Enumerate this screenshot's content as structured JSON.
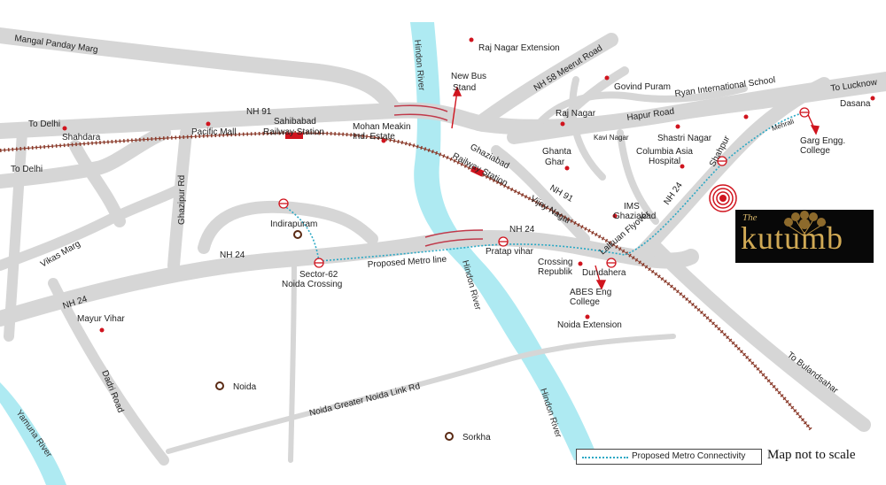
{
  "roads": {
    "mangal_panday": "Mangal Panday Marg",
    "nh91": "NH 91",
    "nh91_b": "NH 91",
    "to_delhi_1": "To Delhi",
    "to_delhi_2": "To Delhi",
    "ghazipur": "Ghazipur Rd",
    "vikas": "Vikas Marg",
    "nh24_left": "NH 24",
    "nh24_mid": "NH 24",
    "nh24_low": "NH 24",
    "nh24_right": "NH 24",
    "dadri": "Dadri Road",
    "nh58": "NH 58  Meerut Road",
    "hapur": "Hapur Road",
    "to_lucknow": "To Lucknow",
    "to_bulandshahr": "To Bulandsahar",
    "greater_noida": "Noida Greater Noida Link Rd",
    "metro_line": "Proposed Metro line",
    "lalkuan": "Lalkuan Flyover"
  },
  "rivers": {
    "hindon_top": "Hindon River",
    "hindon_mid": "Hindon River",
    "hindon_low": "Hindon River",
    "yamuna": "Yamuna River"
  },
  "places": {
    "raj_nagar_ext": "Raj Nagar Extension",
    "new_bus_stand_1": "New Bus",
    "new_bus_stand_2": "Stand",
    "govind_puram": "Govind Puram",
    "ryan": "Ryan International School",
    "raj_nagar": "Raj Nagar",
    "shastri_nagar": "Shastri Nagar",
    "dasana": "Dasana",
    "shahdara": "Shahdara",
    "pacific_mall": "Pacific Mall",
    "sahibabad_1": "Sahibabad",
    "sahibabad_2": "Railway Station",
    "mohan_meakin_1": "Mohan Meakin",
    "mohan_meakin_2": "Ind. Estate",
    "ghaziabad_rs_1": "Ghaziabad",
    "ghaziabad_rs_2": "Railway Station",
    "kavi_nagar": "Kavi Nagar",
    "ghanta_ghar_1": "Ghanta",
    "ghanta_ghar_2": "Ghar",
    "columbia_1": "Columbia Asia",
    "columbia_2": "Hospital",
    "mehrali": "Mehrali",
    "garg_1": "Garg Engg.",
    "garg_2": "College",
    "shahpur": "Shahpur",
    "vijay_nagar": "Vijay Nagar",
    "ims_1": "IMS",
    "ims_2": "Ghaziabad",
    "indirapuram": "Indirapuram",
    "sector62_1": "Sector-62",
    "sector62_2": "Noida Crossing",
    "pratap_vihar": "Pratap vihar",
    "crossing_1": "Crossing",
    "crossing_2": "Republik",
    "dundahera": "Dundahera",
    "abes_1": "ABES Eng",
    "abes_2": "College",
    "noida_ext": "Noida Extension",
    "mayur_vihar": "Mayur Vihar",
    "noida": "Noida",
    "sorkha": "Sorkha"
  },
  "brand": {
    "small": "The",
    "name": "kutumb"
  },
  "legend": {
    "metro": "Proposed Metro Connectivity",
    "scale_note": "Map not to scale"
  },
  "colors": {
    "road": "#d9d9d9",
    "river": "#aeeaf2",
    "rail": "#8a3a2a",
    "metro": "#2aa8c4",
    "marker": "#d0141e",
    "brand_gold": "#d0a955"
  }
}
